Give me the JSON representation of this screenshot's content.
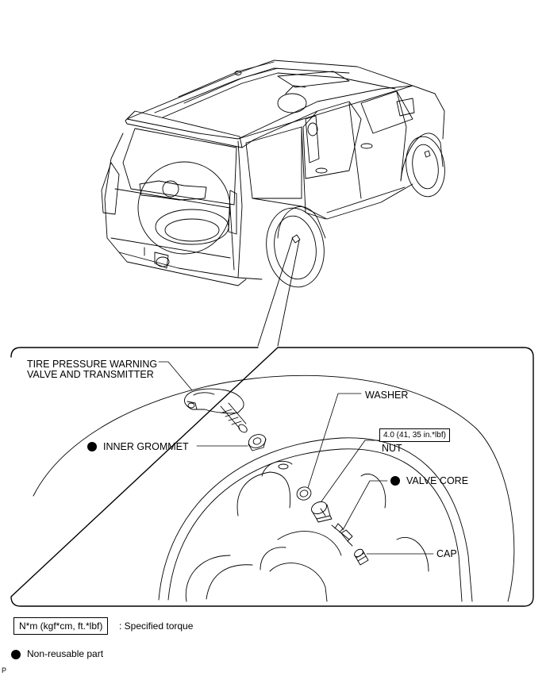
{
  "labels": {
    "transmitter_line1": "TIRE PRESSURE WARNING",
    "transmitter_line2": "VALVE AND TRANSMITTER",
    "inner_grommet": "INNER GROMMET",
    "washer": "WASHER",
    "torque_value": "4.0 (41, 35 in.*lbf)",
    "nut": "NUT",
    "valve_core": "VALVE CORE",
    "cap": "CAP"
  },
  "legend": {
    "torque_unit": "N*m (kgf*cm, ft.*lbf)",
    "torque_desc": ": Specified torque",
    "nonreusable_desc": "Non-reusable part"
  },
  "corner_mark": "P",
  "non_reusable_parts": [
    "INNER GROMMET",
    "VALVE CORE"
  ],
  "colors": {
    "line": "#000000",
    "background": "#ffffff",
    "marker": "#000000"
  }
}
